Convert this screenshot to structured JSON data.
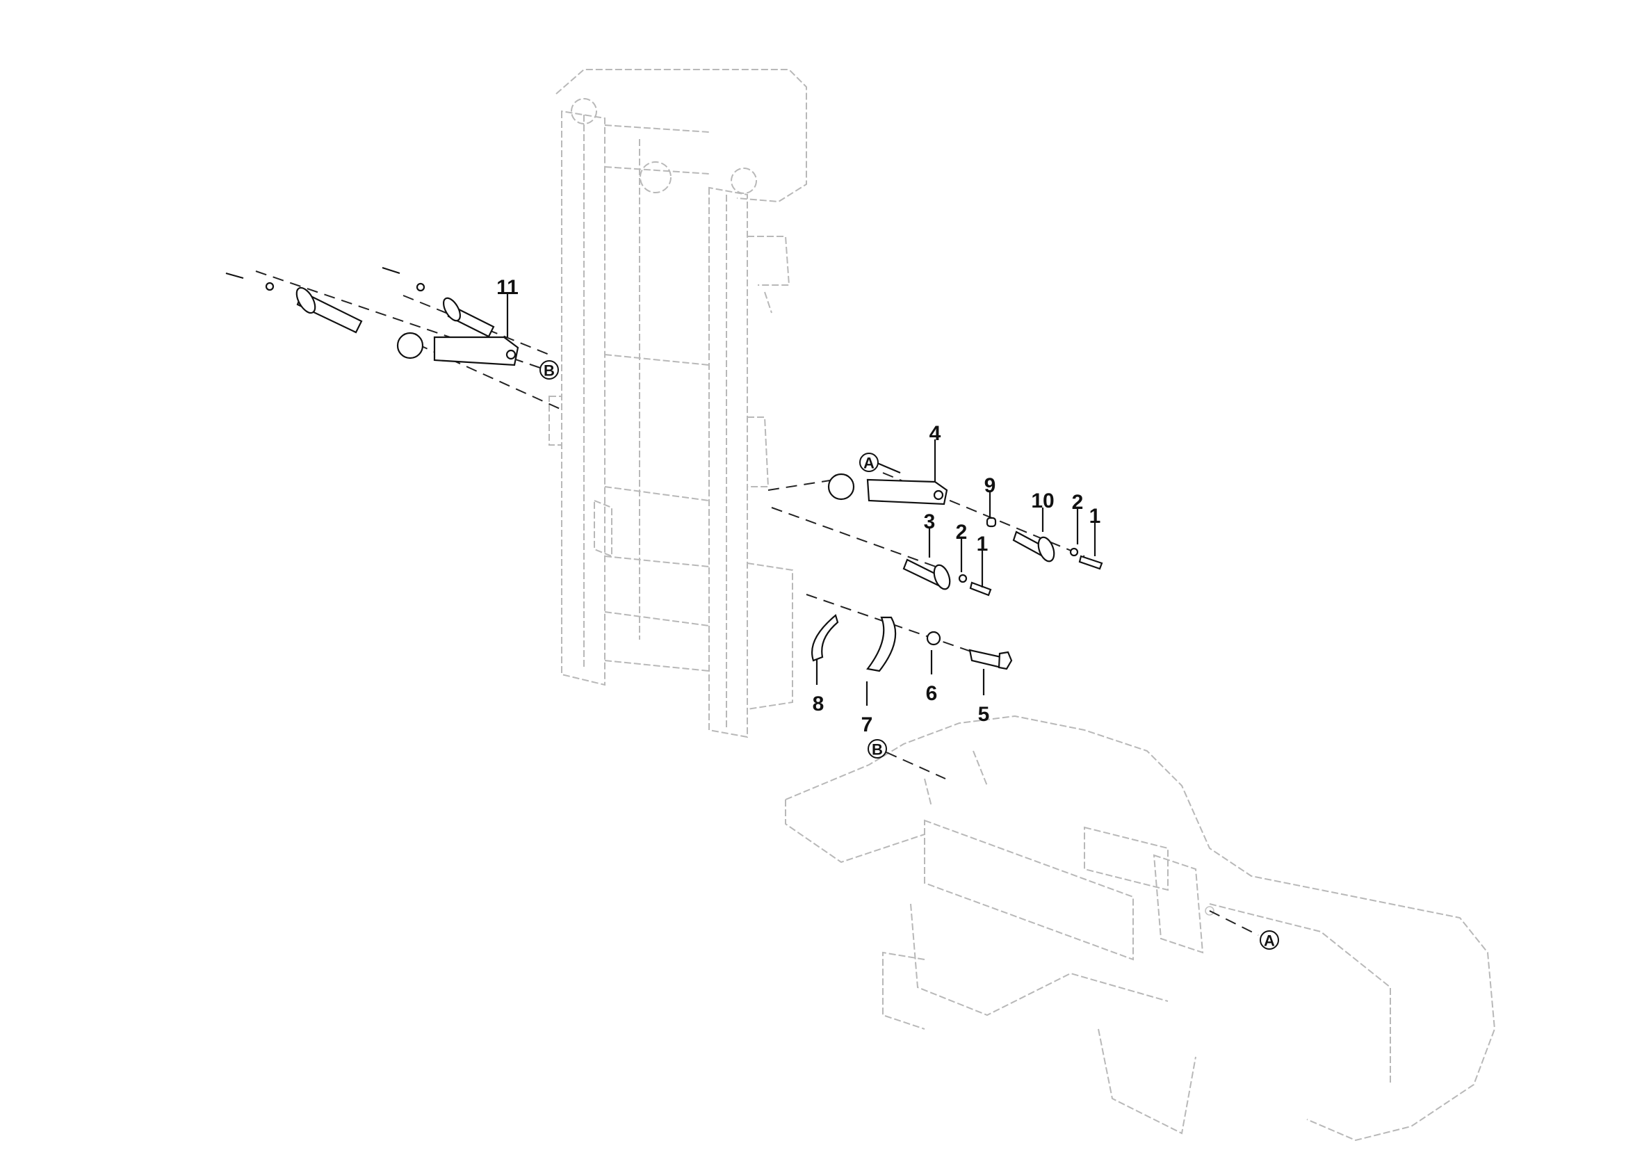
{
  "diagram": {
    "type": "exploded parts diagram",
    "callouts": {
      "c11": "11",
      "c4": "4",
      "c9": "9",
      "c10": "10",
      "c2a": "2",
      "c1a": "1",
      "c3": "3",
      "c2b": "2",
      "c1b": "1",
      "c8": "8",
      "c7": "7",
      "c6": "6",
      "c5": "5"
    },
    "references": {
      "b_top": "B",
      "a_mid": "A",
      "b_low": "B",
      "a_low": "A"
    }
  }
}
